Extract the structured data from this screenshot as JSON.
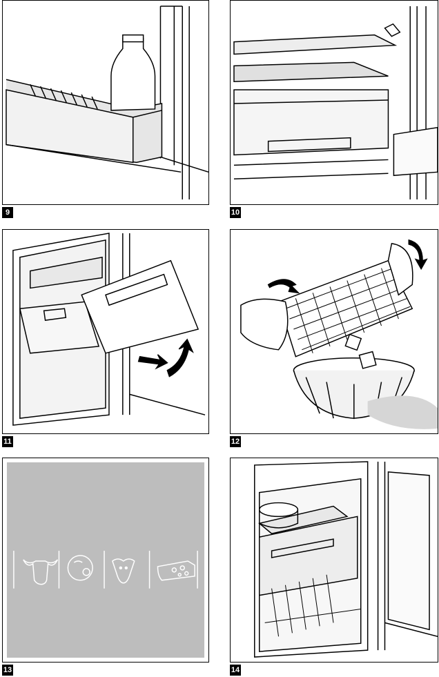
{
  "figures": [
    {
      "number": "9",
      "subject": "door-shelf-with-milk-bottle"
    },
    {
      "number": "10",
      "subject": "fridge-shelf-and-drawer"
    },
    {
      "number": "11",
      "subject": "removing-freezer-drawer"
    },
    {
      "number": "12",
      "subject": "ice-cube-tray-into-bowl"
    },
    {
      "number": "13",
      "subject": "freezing-food-symbols"
    },
    {
      "number": "14",
      "subject": "freezer-compartment-with-container"
    }
  ],
  "colors": {
    "line": "#000000",
    "panel13_bg": "#bdbdbd",
    "shade": "#d6d6d6",
    "badge": "#000000"
  }
}
